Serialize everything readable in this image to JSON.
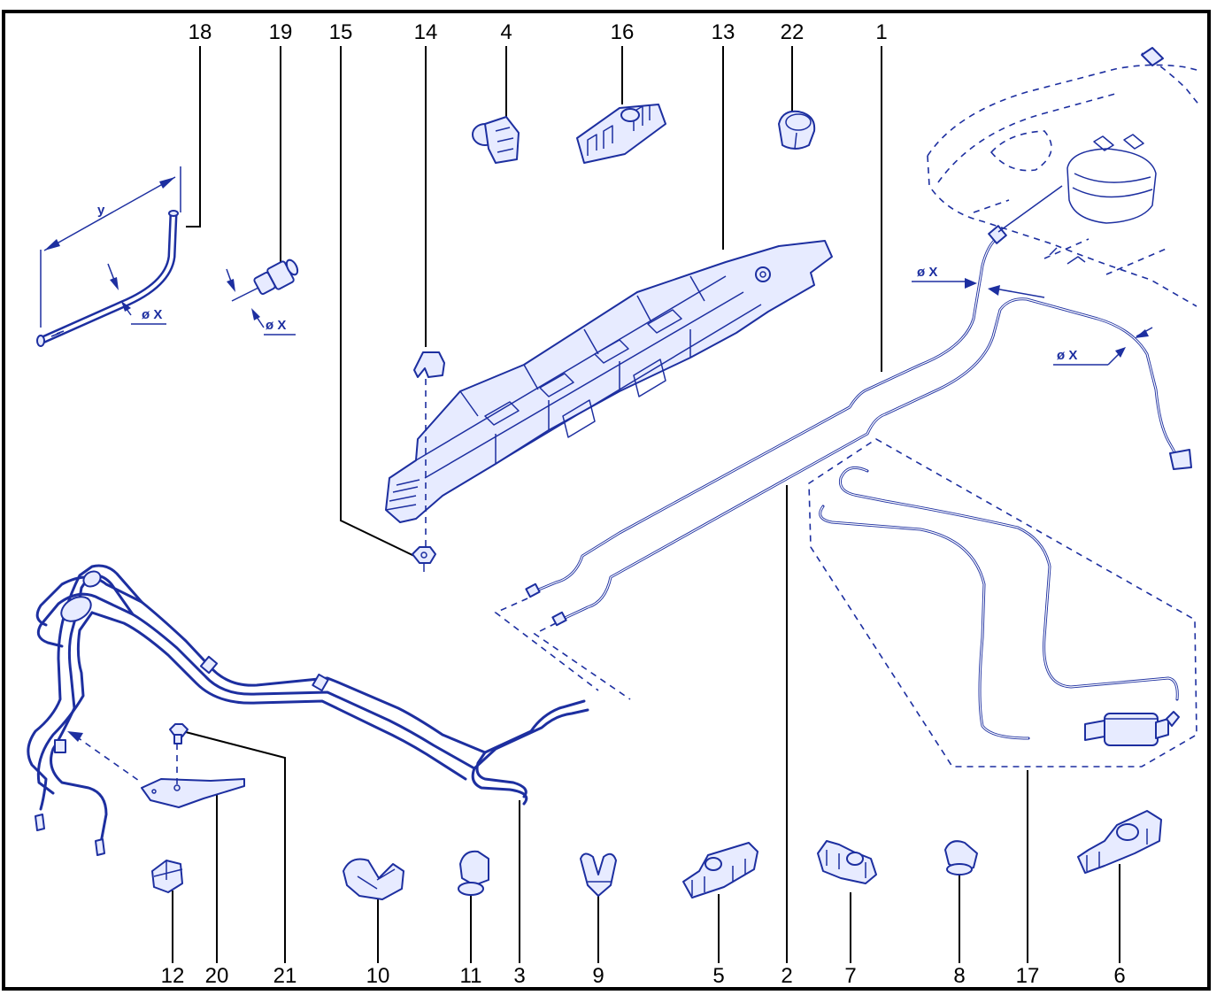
{
  "diagram": {
    "part_numbers": [
      "18",
      "19",
      "15",
      "14",
      "4",
      "16",
      "13",
      "22",
      "1",
      "12",
      "20",
      "21",
      "10",
      "11",
      "3",
      "9",
      "5",
      "2",
      "7",
      "8",
      "17",
      "6"
    ],
    "dimension_labels": {
      "diameter_18": "ø X",
      "diameter_19": "ø X",
      "diameter_1_left": "ø X",
      "diameter_1_right": "ø X",
      "length_18": "y"
    }
  },
  "colors": {
    "line": "#1d2fa0",
    "fill": "#e7ebff",
    "labels": "#000000",
    "frame": "#000000"
  }
}
